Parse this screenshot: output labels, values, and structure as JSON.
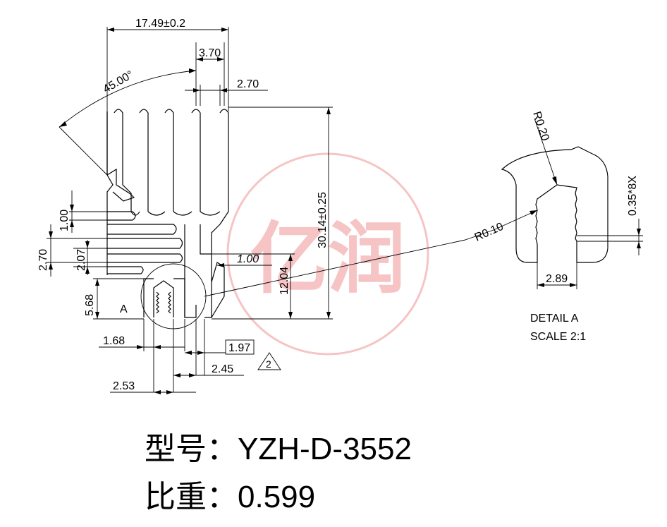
{
  "watermark": {
    "text": "亿润",
    "color": "#e03030"
  },
  "main_view": {
    "dims": {
      "overall_width": "17.49±0.2",
      "fin_pitch": "3.70",
      "fin_width": "2.70",
      "angle": "45.00°",
      "height": "30.14±0.25",
      "left_1": "1.00",
      "left_270": "2.70",
      "left_207": "2.07",
      "left_568": "5.68",
      "slot_100": "1.00",
      "height_1204": "12.04",
      "bottom_168": "1.68",
      "bottom_197": "1.97",
      "bottom_245": "2.45",
      "bottom_253": "2.53",
      "rev_mark": "2"
    },
    "detail_circle_label": "A"
  },
  "detail_view": {
    "r020": "R0.20",
    "r010": "R0.10",
    "tooth": "0.35*8X",
    "width": "2.89",
    "title": "DETAIL A",
    "scale": "SCALE 2:1"
  },
  "info": {
    "model_label": "型号：",
    "model_value": "YZH-D-3552",
    "weight_label": "比重：",
    "weight_value": "0.599"
  }
}
